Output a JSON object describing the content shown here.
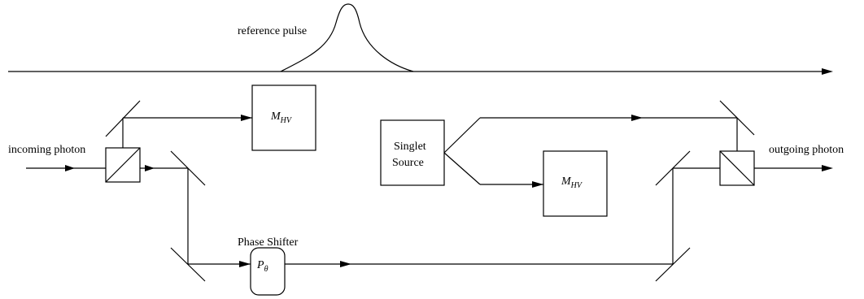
{
  "labels": {
    "reference_pulse": "reference pulse",
    "incoming_photon": "incoming photon",
    "outgoing_photon": "outgoing photon",
    "phase_shifter": "Phase Shifter",
    "singlet_line1": "Singlet",
    "singlet_line2": "Source"
  },
  "math": {
    "m_main": "M",
    "m_sub": "HV",
    "p_main": "P",
    "p_sub": "θ"
  }
}
